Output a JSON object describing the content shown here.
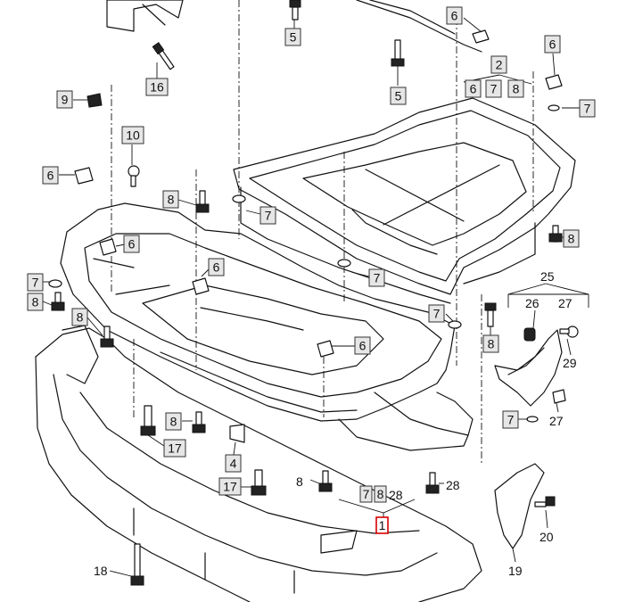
{
  "callouts": [
    {
      "id": "c6a",
      "label": "6"
    },
    {
      "id": "c5a",
      "label": "5"
    },
    {
      "id": "c16",
      "label": "16"
    },
    {
      "id": "c2",
      "label": "2"
    },
    {
      "id": "c6b",
      "label": "6"
    },
    {
      "id": "c7a",
      "label": "7"
    },
    {
      "id": "c8a",
      "label": "8"
    },
    {
      "id": "c6c",
      "label": "6"
    },
    {
      "id": "c5b",
      "label": "5"
    },
    {
      "id": "c9",
      "label": "9"
    },
    {
      "id": "c7b",
      "label": "7"
    },
    {
      "id": "c10",
      "label": "10"
    },
    {
      "id": "c6d",
      "label": "6"
    },
    {
      "id": "c8b",
      "label": "8"
    },
    {
      "id": "c7c",
      "label": "7"
    },
    {
      "id": "c8c",
      "label": "8"
    },
    {
      "id": "c6e",
      "label": "6"
    },
    {
      "id": "c6f",
      "label": "6"
    },
    {
      "id": "c7d",
      "label": "7"
    },
    {
      "id": "c7e",
      "label": "7"
    },
    {
      "id": "c8d",
      "label": "8"
    },
    {
      "id": "c8e",
      "label": "8"
    },
    {
      "id": "c7f",
      "label": "7"
    },
    {
      "id": "c8f",
      "label": "8"
    },
    {
      "id": "c6g",
      "label": "6"
    },
    {
      "id": "c8g",
      "label": "8"
    },
    {
      "id": "c17a",
      "label": "17"
    },
    {
      "id": "c7g",
      "label": "7"
    },
    {
      "id": "c4",
      "label": "4"
    },
    {
      "id": "c17b",
      "label": "17"
    }
  ],
  "plain_labels": [
    {
      "id": "p25",
      "label": "25"
    },
    {
      "id": "p26",
      "label": "26"
    },
    {
      "id": "p27a",
      "label": "27"
    },
    {
      "id": "p29",
      "label": "29"
    },
    {
      "id": "p27b",
      "label": "27"
    },
    {
      "id": "p8",
      "label": "8"
    },
    {
      "id": "p28a",
      "label": "28"
    },
    {
      "id": "p7",
      "label": "7"
    },
    {
      "id": "p28b",
      "label": "28"
    },
    {
      "id": "p20",
      "label": "20"
    },
    {
      "id": "p18",
      "label": "18"
    },
    {
      "id": "p19",
      "label": "19"
    }
  ],
  "highlighted": {
    "label": "1"
  }
}
